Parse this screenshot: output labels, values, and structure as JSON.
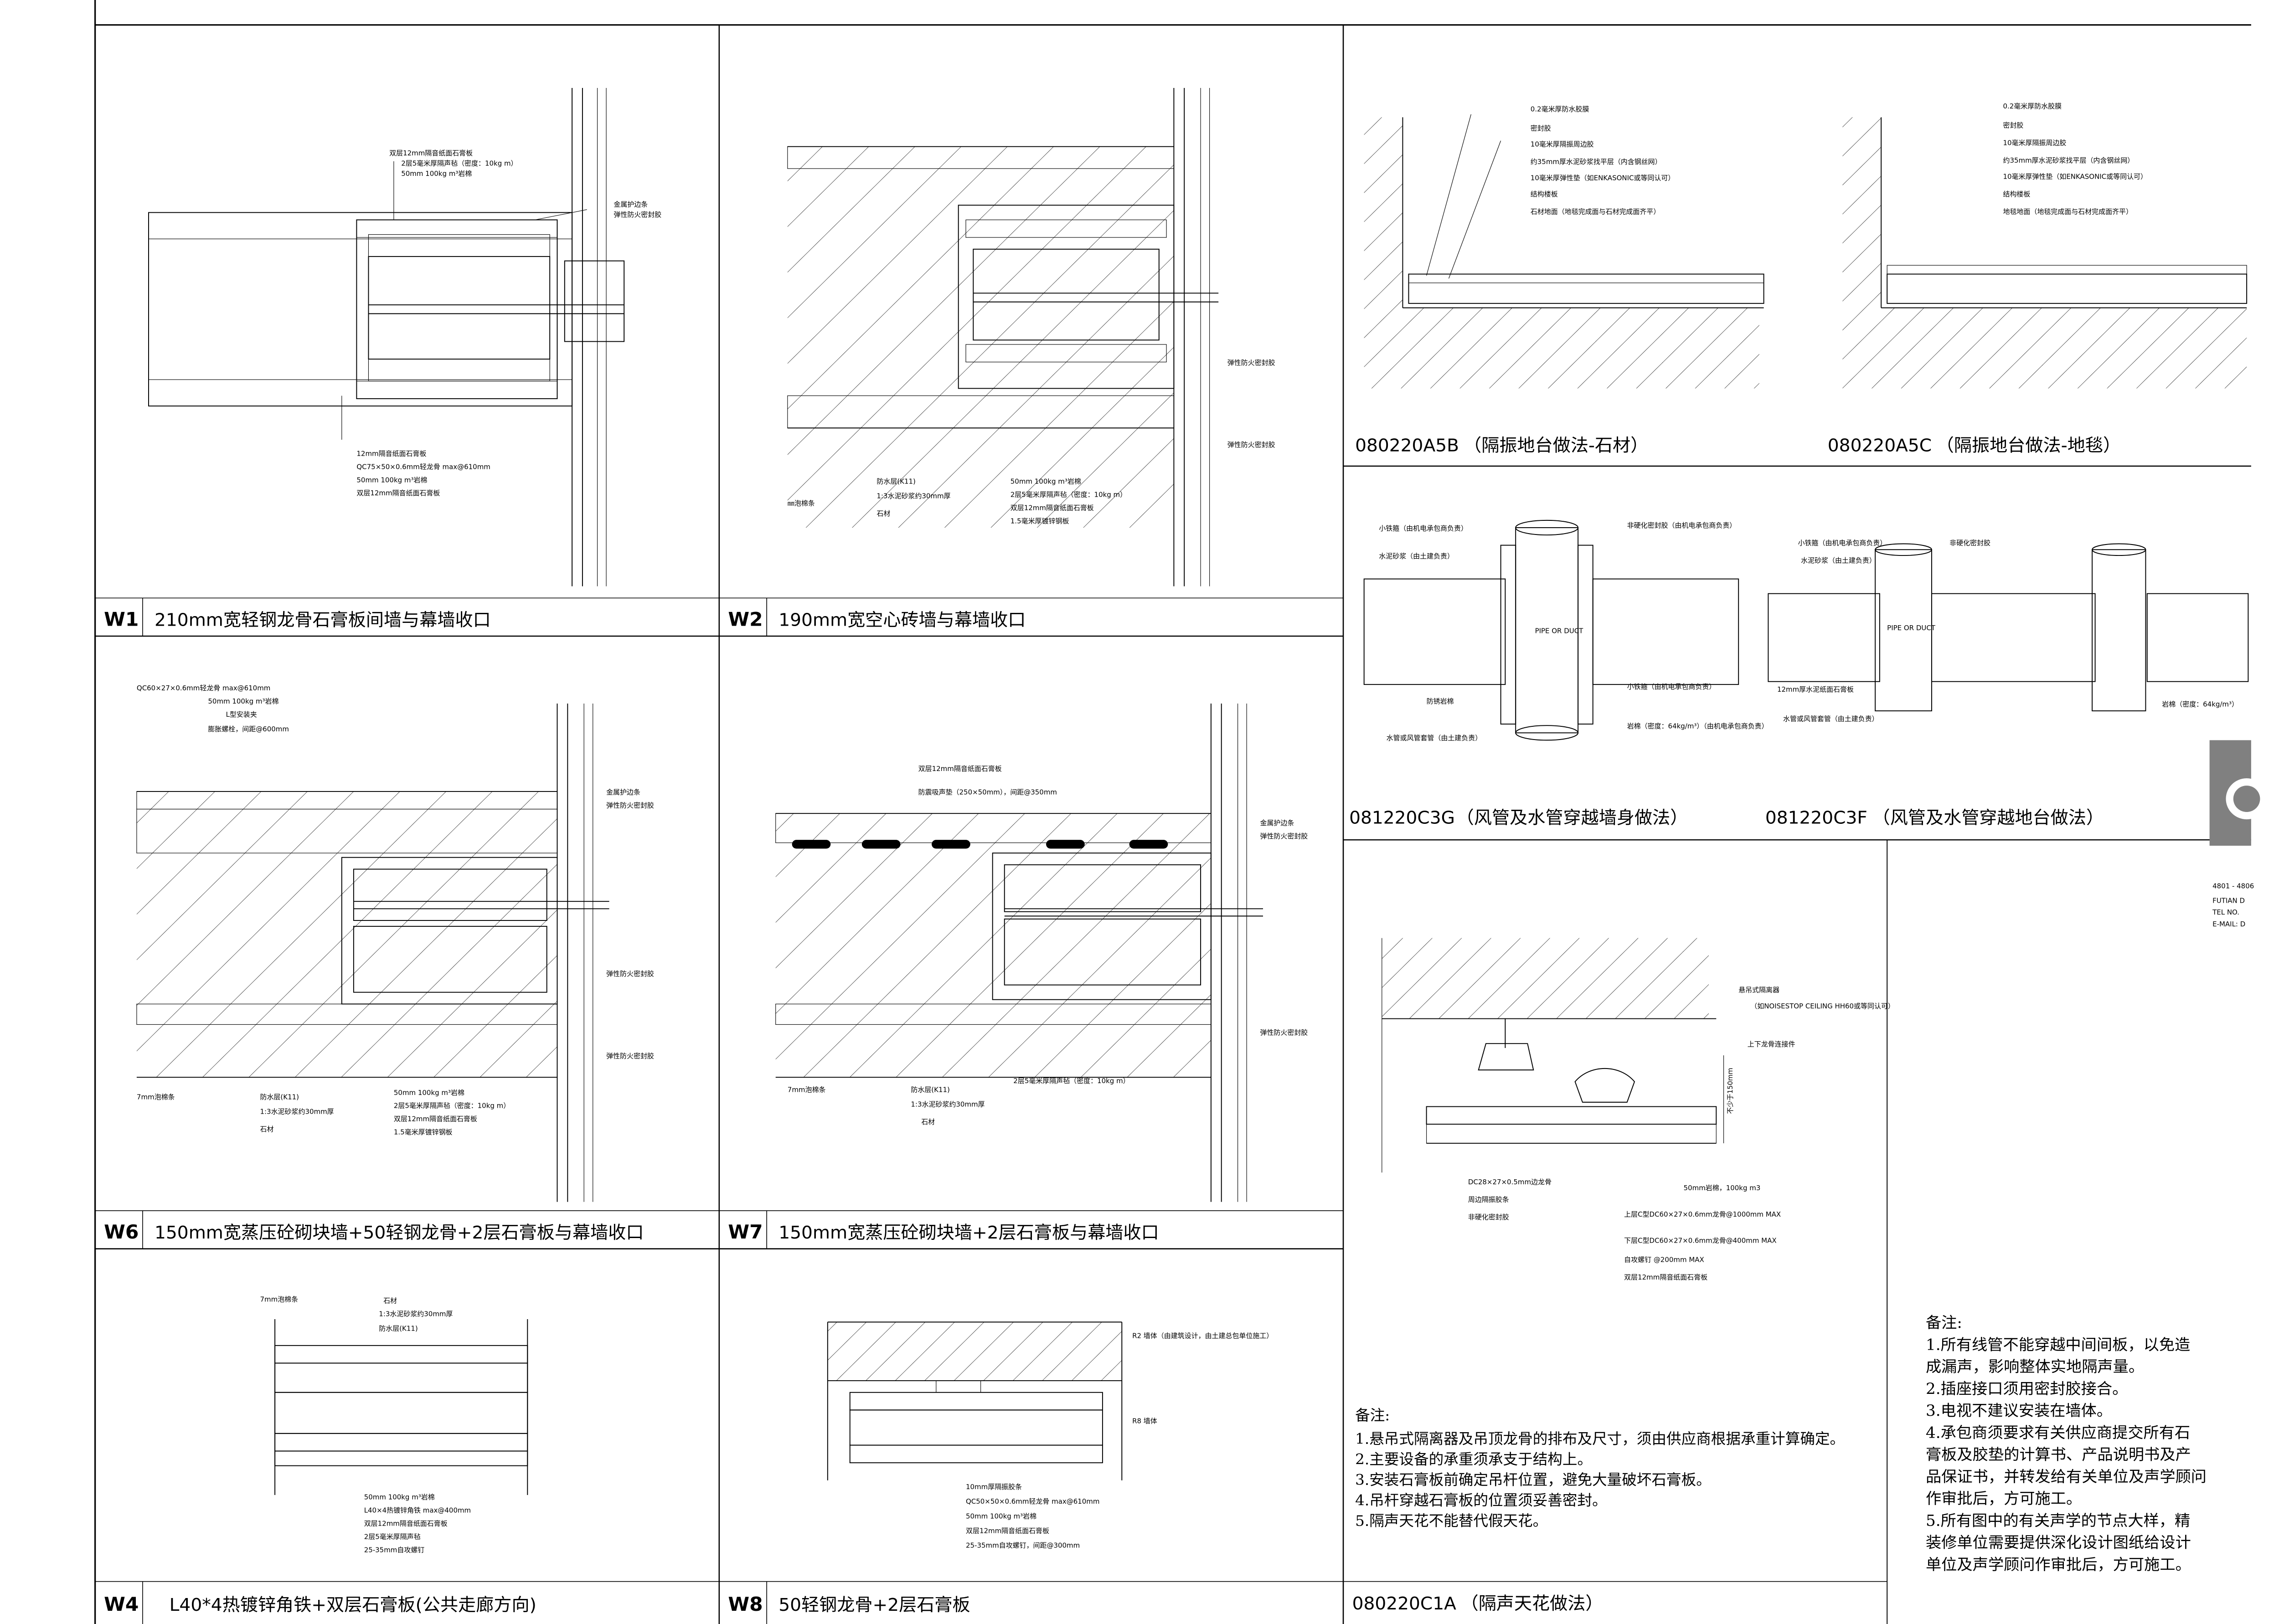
{
  "panels": {
    "w1": {
      "code": "W1",
      "title": "210mm宽轻钢龙骨石膏板间墙与幕墙收口",
      "labels_top": [
        "双层12mm隔音纸面石膏板",
        "2层5毫米厚隔声毡（密度：10kg m）",
        "50mm 100kg m³岩棉"
      ],
      "labels_right": [
        "金属护边条",
        "弹性防火密封胶"
      ],
      "labels_bottom": [
        "12mm隔音纸面石膏板",
        "QC75×50×0.6mm轻龙骨 max@610mm",
        "50mm 100kg m³岩棉",
        "双层12mm隔音纸面石膏板"
      ]
    },
    "w2": {
      "code": "W2",
      "title": "190mm宽空心砖墙与幕墙收口",
      "labels_right": [
        "弹性防火密封胶",
        "弹性防火密封胶"
      ],
      "labels_bottom": [
        "防水层(K11)",
        "1:3水泥砂浆约30mm厚",
        "石材",
        "50mm 100kg m³岩棉",
        "2层5毫米厚隔声毡（密度：10kg m）",
        "双层12mm隔音纸面石膏板",
        "1.5毫米厚镀锌钢板"
      ],
      "label_left": "㎜泡棉条"
    },
    "a5b": {
      "code": "080220A5B",
      "title": "（隔振地台做法-石材）",
      "labels": [
        "0.2毫米厚防水胶膜",
        "密封胶",
        "10毫米厚隔振周边胶",
        "约35mm厚水泥砂浆找平层（内含钢丝网）",
        "10毫米厚弹性垫（如ENKASONIC或等同认可）",
        "结构楼板",
        "石材地面（地毯完成面与石材完成面齐平）"
      ]
    },
    "a5c": {
      "code": "080220A5C",
      "title": "（隔振地台做法-地毯）",
      "labels": [
        "0.2毫米厚防水胶膜",
        "密封胶",
        "10毫米厚隔振周边胶",
        "约35mm厚水泥砂浆找平层（内含钢丝网）",
        "10毫米厚弹性垫（如ENKASONIC或等同认可）",
        "结构楼板",
        "地毯地面（地毯完成面与石材完成面齐平）"
      ]
    },
    "c3g": {
      "code": "081220C3G",
      "title": "（风管及水管穿越墙身做法）",
      "labels_left": [
        "小铁箍（由机电承包商负责）",
        "水泥砂浆（由土建负责）",
        "防锈岩棉",
        "水管或风管套管（由土建负责）"
      ],
      "labels_right": [
        "非硬化密封胶（由机电承包商负责）",
        "小铁箍（由机电承包商负责）",
        "岩棉（密度：64kg/m³）（由机电承包商负责）"
      ],
      "pipe_text": "PIPE OR DUCT"
    },
    "c3f": {
      "code": "081220C3F",
      "title": "（风管及水管穿越地台做法）",
      "labels": [
        "小铁箍（由机电承包商负责）",
        "非硬化密封胶",
        "水泥砂浆（由土建负责）",
        "12mm厚水泥纸面石膏板",
        "水管或风管套管（由土建负责）",
        "岩棉（密度：64kg/m³）"
      ],
      "pipe_text": "PIPE OR DUCT"
    },
    "w6": {
      "code": "W6",
      "title": "150mm宽蒸压砼砌块墙+50轻钢龙骨+2层石膏板与幕墙收口",
      "labels_top": [
        "QC60×27×0.6mm轻龙骨 max@610mm",
        "50mm 100kg m³岩棉",
        "L型安装夹",
        "膨胀螺栓，间距@600mm"
      ],
      "labels_right": [
        "金属护边条",
        "弹性防火密封胶",
        "弹性防火密封胶",
        "弹性防火密封胶"
      ],
      "labels_bottom": [
        "防水层(K11)",
        "1:3水泥砂浆约30mm厚",
        "石材",
        "50mm 100kg m³岩棉",
        "2层5毫米厚隔声毡（密度：10kg m）",
        "双层12mm隔音纸面石膏板",
        "1.5毫米厚镀锌钢板"
      ],
      "label_left": "7mm泡棉条"
    },
    "w7": {
      "code": "W7",
      "title": "150mm宽蒸压砼砌块墙+2层石膏板与幕墙收口",
      "labels_top": [
        "双层12mm隔音纸面石膏板",
        "防震吸声垫（250×50mm），间距@350mm"
      ],
      "labels_right": [
        "金属护边条",
        "弹性防火密封胶",
        "弹性防火密封胶"
      ],
      "labels_bottom": [
        "防水层(K11)",
        "1:3水泥砂浆约30mm厚",
        "石材",
        "2层5毫米厚隔声毡（密度：10kg m）"
      ],
      "label_left": "7mm泡棉条"
    },
    "c1a": {
      "code": "080220C1A",
      "title": "（隔声天花做法）",
      "labels": [
        "悬吊式隔离器",
        "（如NOISESTOP CEILING HH60或等同认可）",
        "上下龙骨连接件",
        "不少于150mm",
        "50mm岩棉，100kg m3",
        "DC28×27×0.5mm边龙骨",
        "周边隔振胶条",
        "非硬化密封胶",
        "上层C型DC60×27×0.6mm龙骨@1000mm MAX",
        "下层C型DC60×27×0.6mm龙骨@400mm MAX",
        "自攻螺钉 @200mm MAX",
        "双层12mm隔音纸面石膏板"
      ],
      "notes_heading": "备注:",
      "notes": [
        "1.悬吊式隔离器及吊顶龙骨的排布及尺寸，须由供应商根据承重计算确定。",
        "2.主要设备的承重须承支于结构上。",
        "3.安装石膏板前确定吊杆位置，避免大量破坏石膏板。",
        "4.吊杆穿越石膏板的位置须妥善密封。",
        "5.隔声天花不能替代假天花。"
      ]
    },
    "w4": {
      "code": "W4",
      "title": "L40*4热镀锌角铁+双层石膏板(公共走廊方向)",
      "labels_top": [
        "7mm泡棉条",
        "石材",
        "1:3水泥砂浆约30mm厚",
        "防水层(K11)"
      ],
      "labels_bottom": [
        "50mm 100kg m³岩棉",
        "L40×4热镀锌角铁 max@400mm",
        "双层12mm隔音纸面石膏板",
        "2层5毫米厚隔声毡",
        "25-35mm自攻螺钉"
      ]
    },
    "w8": {
      "code": "W8",
      "title": "50轻钢龙骨+2层石膏板",
      "labels_right": [
        "R2 墙体（由建筑设计，由土建总包单位施工）",
        "R8 墙体"
      ],
      "labels_bottom": [
        "10mm厚隔振胶条",
        "QC50×50×0.6mm轻龙骨 max@610mm",
        "50mm 100kg m³岩棉",
        "双层12mm隔音纸面石膏板",
        "25-35mm自攻螺钉，间距@300mm"
      ]
    }
  },
  "general_notes": {
    "heading": "备注:",
    "lines": [
      "1.所有线管不能穿越中间间板，以免造",
      "成漏声，影响整体实地隔声量。",
      "2.插座接口须用密封胶接合。",
      "3.电视不建议安装在墙体。",
      "4.承包商须要求有关供应商提交所有石",
      "膏板及胶垫的计算书、产品说明书及产",
      "品保证书，并转发给有关单位及声学顾问",
      "作审批后，方可施工。",
      "5.所有图中的有关声学的节点大样，精",
      "装修单位需要提供深化设计图纸给设计",
      "单位及声学顾问作审批后，方可施工。"
    ]
  },
  "title_block": {
    "lines": [
      "4801 - 4806",
      "FUTIAN D",
      "TEL NO.",
      "E-MAIL: D"
    ]
  },
  "colors": {
    "ink": "#000000",
    "paper": "#ffffff",
    "stamp": "#808080"
  }
}
